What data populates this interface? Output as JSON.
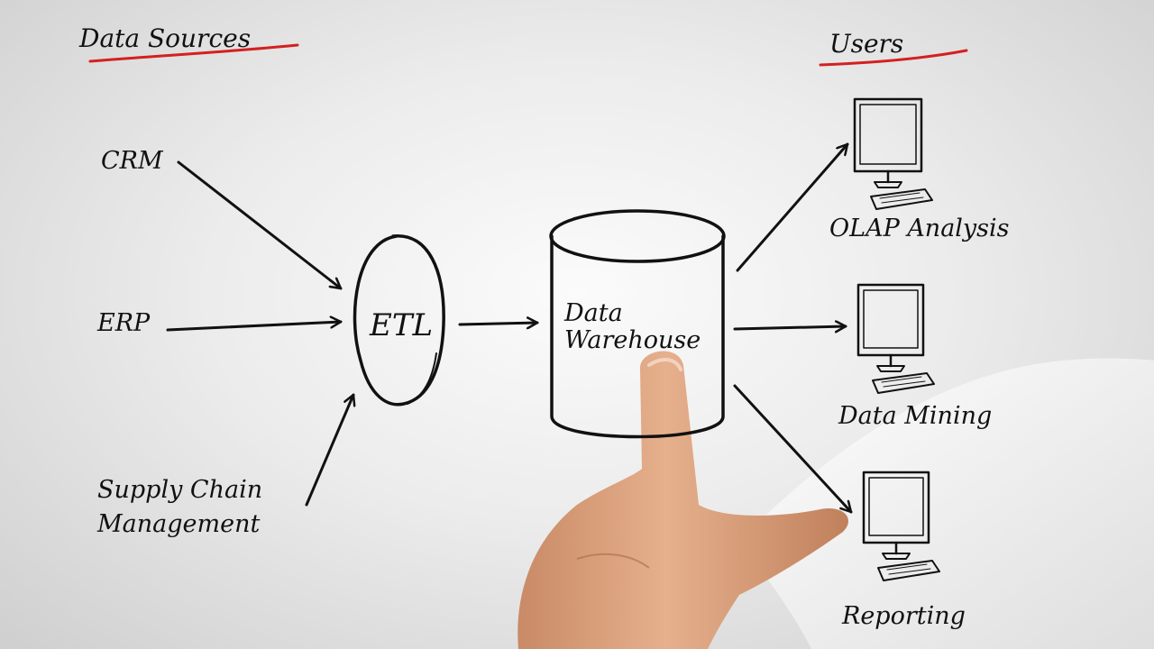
{
  "headings": {
    "sources": "Data Sources",
    "users": "Users"
  },
  "sources": [
    {
      "label": "CRM"
    },
    {
      "label": "ERP"
    },
    {
      "label_line1": "Supply Chain",
      "label_line2": "Management"
    }
  ],
  "etl": {
    "label": "ETL"
  },
  "warehouse": {
    "label_line1": "Data",
    "label_line2": "Warehouse"
  },
  "users": [
    {
      "label": "OLAP Analysis",
      "icon": "computer-icon"
    },
    {
      "label": "Data Mining",
      "icon": "computer-icon"
    },
    {
      "label": "Reporting",
      "icon": "computer-icon"
    }
  ],
  "colors": {
    "ink": "#111111",
    "underline": "#d42020",
    "skin": "#e0a07a",
    "sleeve": "#f4f4f4"
  }
}
